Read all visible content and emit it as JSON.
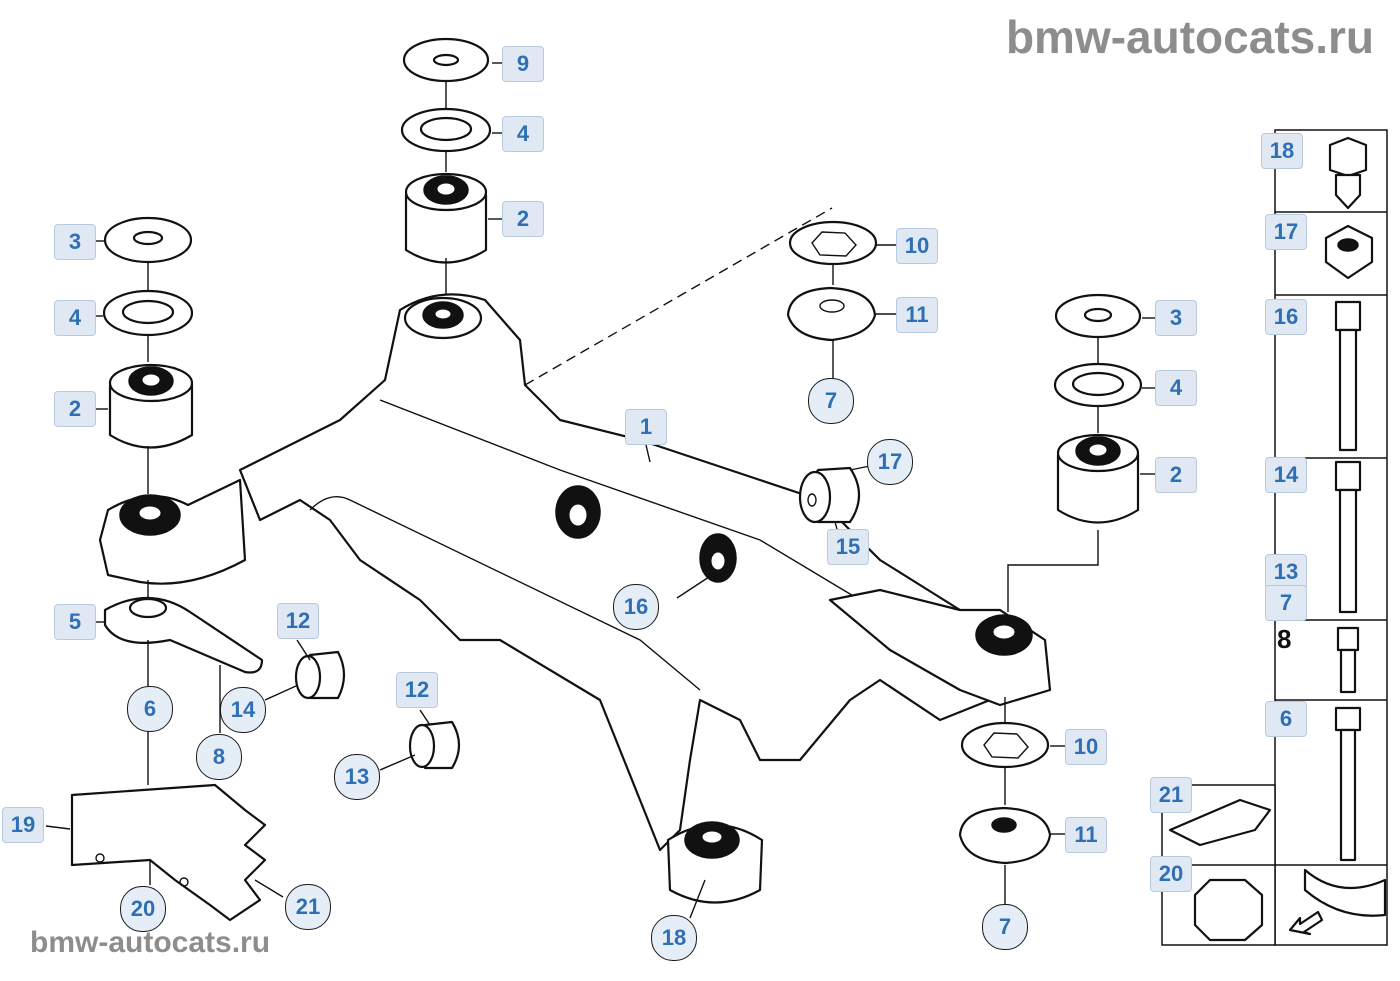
{
  "watermark_top": "bmw-autocats.ru",
  "watermark_bottom": "bmw-autocats.ru",
  "callouts": [
    {
      "id": "c9",
      "label": "9",
      "round": false
    },
    {
      "id": "c4a",
      "label": "4",
      "round": false
    },
    {
      "id": "c2a",
      "label": "2",
      "round": false
    },
    {
      "id": "c3a",
      "label": "3",
      "round": false
    },
    {
      "id": "c4b",
      "label": "4",
      "round": false
    },
    {
      "id": "c2b",
      "label": "2",
      "round": false
    },
    {
      "id": "c5",
      "label": "5",
      "round": false
    },
    {
      "id": "c6a",
      "label": "6",
      "round": true
    },
    {
      "id": "c8a",
      "label": "8",
      "round": true
    },
    {
      "id": "c14a",
      "label": "14",
      "round": true
    },
    {
      "id": "c12a",
      "label": "12",
      "round": false
    },
    {
      "id": "c12b",
      "label": "12",
      "round": false
    },
    {
      "id": "c13a",
      "label": "13",
      "round": true
    },
    {
      "id": "c19",
      "label": "19",
      "round": false
    },
    {
      "id": "c20a",
      "label": "20",
      "round": true
    },
    {
      "id": "c21a",
      "label": "21",
      "round": true
    },
    {
      "id": "c18a",
      "label": "18",
      "round": true
    },
    {
      "id": "c1",
      "label": "1",
      "round": false
    },
    {
      "id": "c16a",
      "label": "16",
      "round": true
    },
    {
      "id": "c15",
      "label": "15",
      "round": false
    },
    {
      "id": "c17a",
      "label": "17",
      "round": true
    },
    {
      "id": "c10a",
      "label": "10",
      "round": false
    },
    {
      "id": "c11a",
      "label": "11",
      "round": false
    },
    {
      "id": "c7a",
      "label": "7",
      "round": true
    },
    {
      "id": "c3b",
      "label": "3",
      "round": false
    },
    {
      "id": "c4c",
      "label": "4",
      "round": false
    },
    {
      "id": "c2c",
      "label": "2",
      "round": false
    },
    {
      "id": "c10b",
      "label": "10",
      "round": false
    },
    {
      "id": "c11b",
      "label": "11",
      "round": false
    },
    {
      "id": "c7b",
      "label": "7",
      "round": true
    },
    {
      "id": "c18b",
      "label": "18",
      "round": false
    },
    {
      "id": "c17b",
      "label": "17",
      "round": false
    },
    {
      "id": "c16b",
      "label": "16",
      "round": false
    },
    {
      "id": "c14b",
      "label": "14",
      "round": false
    },
    {
      "id": "c13b",
      "label": "13",
      "round": false
    },
    {
      "id": "c7c",
      "label": "7",
      "round": false
    },
    {
      "id": "c6b",
      "label": "6",
      "round": false
    },
    {
      "id": "c21b",
      "label": "21",
      "round": false
    },
    {
      "id": "c20b",
      "label": "20",
      "round": false
    }
  ],
  "panel_plain_label": "8"
}
